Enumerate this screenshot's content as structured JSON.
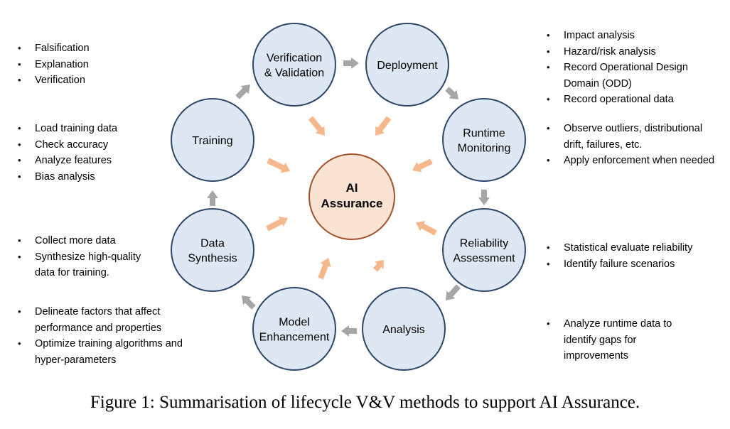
{
  "colors": {
    "node_fill": "#dde8f4",
    "node_stroke": "#2e4766",
    "center_fill": "#fbe3d4",
    "center_stroke": "#a0522d",
    "gray_arrow": "#a6a6a6",
    "orange_arrow": "#f5b78c"
  },
  "center": {
    "line1": "AI",
    "line2": "Assurance"
  },
  "nodes": [
    {
      "id": "verification-validation",
      "lines": [
        "Verification",
        "& Validation"
      ]
    },
    {
      "id": "deployment",
      "lines": [
        "Deployment"
      ]
    },
    {
      "id": "runtime-monitoring",
      "lines": [
        "Runtime",
        "Monitoring"
      ]
    },
    {
      "id": "reliability-assessment",
      "lines": [
        "Reliability",
        "Assessment"
      ]
    },
    {
      "id": "analysis",
      "lines": [
        "Analysis"
      ]
    },
    {
      "id": "model-enhancement",
      "lines": [
        "Model",
        "Enhancement"
      ]
    },
    {
      "id": "data-synthesis",
      "lines": [
        "Data",
        "Synthesis"
      ]
    },
    {
      "id": "training",
      "lines": [
        "Training"
      ]
    }
  ],
  "notes": {
    "verification": [
      "Falsification",
      "Explanation",
      "Verification"
    ],
    "training": [
      "Load training data",
      "Check accuracy",
      "Analyze features",
      "Bias analysis"
    ],
    "data_synthesis": [
      "Collect more data",
      "Synthesize high-quality data for training."
    ],
    "model_enhancement": [
      "Delineate factors that affect performance and properties",
      "Optimize training algorithms and hyper-parameters"
    ],
    "deployment": [
      "Impact analysis",
      "Hazard/risk analysis",
      "Record Operational Design Domain (ODD)",
      "Record operational data"
    ],
    "runtime_monitoring": [
      "Observe outliers, distributional drift, failures, etc.",
      "Apply enforcement when needed"
    ],
    "reliability_assessment": [
      "Statistical evaluate reliability",
      "Identify failure scenarios"
    ],
    "analysis": [
      "Analyze runtime data to identify gaps for improvements"
    ]
  },
  "caption": "Figure 1: Summarisation of lifecycle V&V methods to support AI Assurance."
}
